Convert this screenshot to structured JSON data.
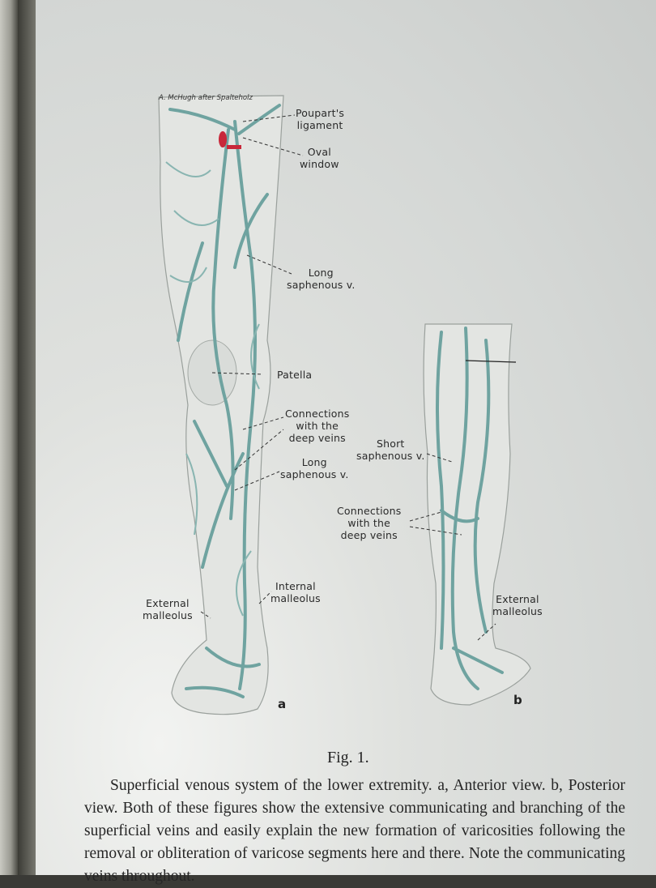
{
  "figure": {
    "signature": "A. McHugh after Spalteholz",
    "view_a": {
      "letter": "a",
      "labels": {
        "pouparts": [
          "Poupart's",
          "ligament"
        ],
        "oval": [
          "Oval",
          "window"
        ],
        "long_saph_upper": [
          "Long",
          "saphenous v."
        ],
        "patella": "Patella",
        "connections": [
          "Connections",
          "with the",
          "deep veins"
        ],
        "long_saph_lower": [
          "Long",
          "saphenous v."
        ],
        "internal_malleolus": [
          "Internal",
          "malleolus"
        ],
        "external_malleolus": [
          "External",
          "malleolus"
        ]
      }
    },
    "view_b": {
      "letter": "b",
      "labels": {
        "short_saph": [
          "Short",
          "saphenous v."
        ],
        "connections": [
          "Connections",
          "with the",
          "deep veins"
        ],
        "external_malleolus": [
          "External",
          "malleolus"
        ]
      }
    },
    "number": "Fig. 1.",
    "caption": "Superficial venous system of the lower extremity. a, Anterior view. b, Posterior view. Both of these figures show the extensive communicating and branching of the superficial veins and easily explain the new formation of varicosities following the removal or obliteration of varicose segments here and there. Note the communicating veins throughout."
  },
  "colors": {
    "vein": "#6fa3a0",
    "skin": "#e6e7e4",
    "artery": "#c8283a"
  }
}
